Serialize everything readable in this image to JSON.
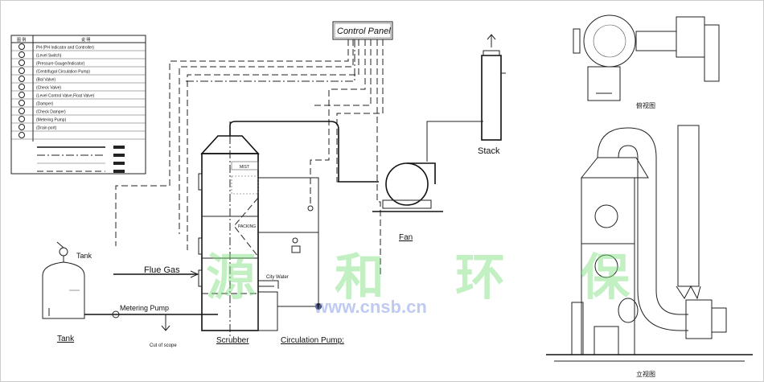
{
  "legend": {
    "header": [
      "图 例",
      "说 明"
    ],
    "items": [
      {
        "icon": "ph-controller-icon",
        "label": "PH (PH Indicator and Controller)"
      },
      {
        "icon": "level-switch-icon",
        "label": "(Level Switch)"
      },
      {
        "icon": "pressure-gauge-icon",
        "label": "(Pressure Gauge/Indicator)"
      },
      {
        "icon": "centrifugal-pump-icon",
        "label": "(Centrifugal Circulation Pump)"
      },
      {
        "icon": "ball-valve-icon",
        "label": "(Bal Valve)"
      },
      {
        "icon": "check-valve-icon",
        "label": "(Check Valve)"
      },
      {
        "icon": "float-valve-icon",
        "label": "(Level Control Valve,Float Valve)"
      },
      {
        "icon": "damper-icon",
        "label": "(Damper)"
      },
      {
        "icon": "check-damper-icon",
        "label": "(Check Damper)"
      },
      {
        "icon": "metering-pump-icon",
        "label": "(Metering Pump)"
      },
      {
        "icon": "drain-port-icon",
        "label": "(Drain port)"
      },
      {
        "icon": "tank-icon",
        "label": ""
      }
    ],
    "line_types": [
      "solid",
      "dash-dot",
      "thin",
      "dashed"
    ]
  },
  "labels": {
    "control_panel": "Control Panel",
    "stack": "Stack",
    "fan": "Fan",
    "tank_top": "Tank",
    "tank": "Tank",
    "flue_gas": "Flue Gas",
    "metering_pump": "Metering Pump",
    "cut_of_scope": "Cut of scope",
    "scrubber": "Scrubber",
    "circulation_pump": "Circulation Pump:",
    "mist": "MIST",
    "packing": "PACKING",
    "city_water": "City Water",
    "top_view": "俯视图",
    "elevation_view": "立视图"
  },
  "watermark": {
    "chars": [
      "源",
      "和",
      "环",
      "保"
    ],
    "url": "www.cnsb.cn"
  }
}
